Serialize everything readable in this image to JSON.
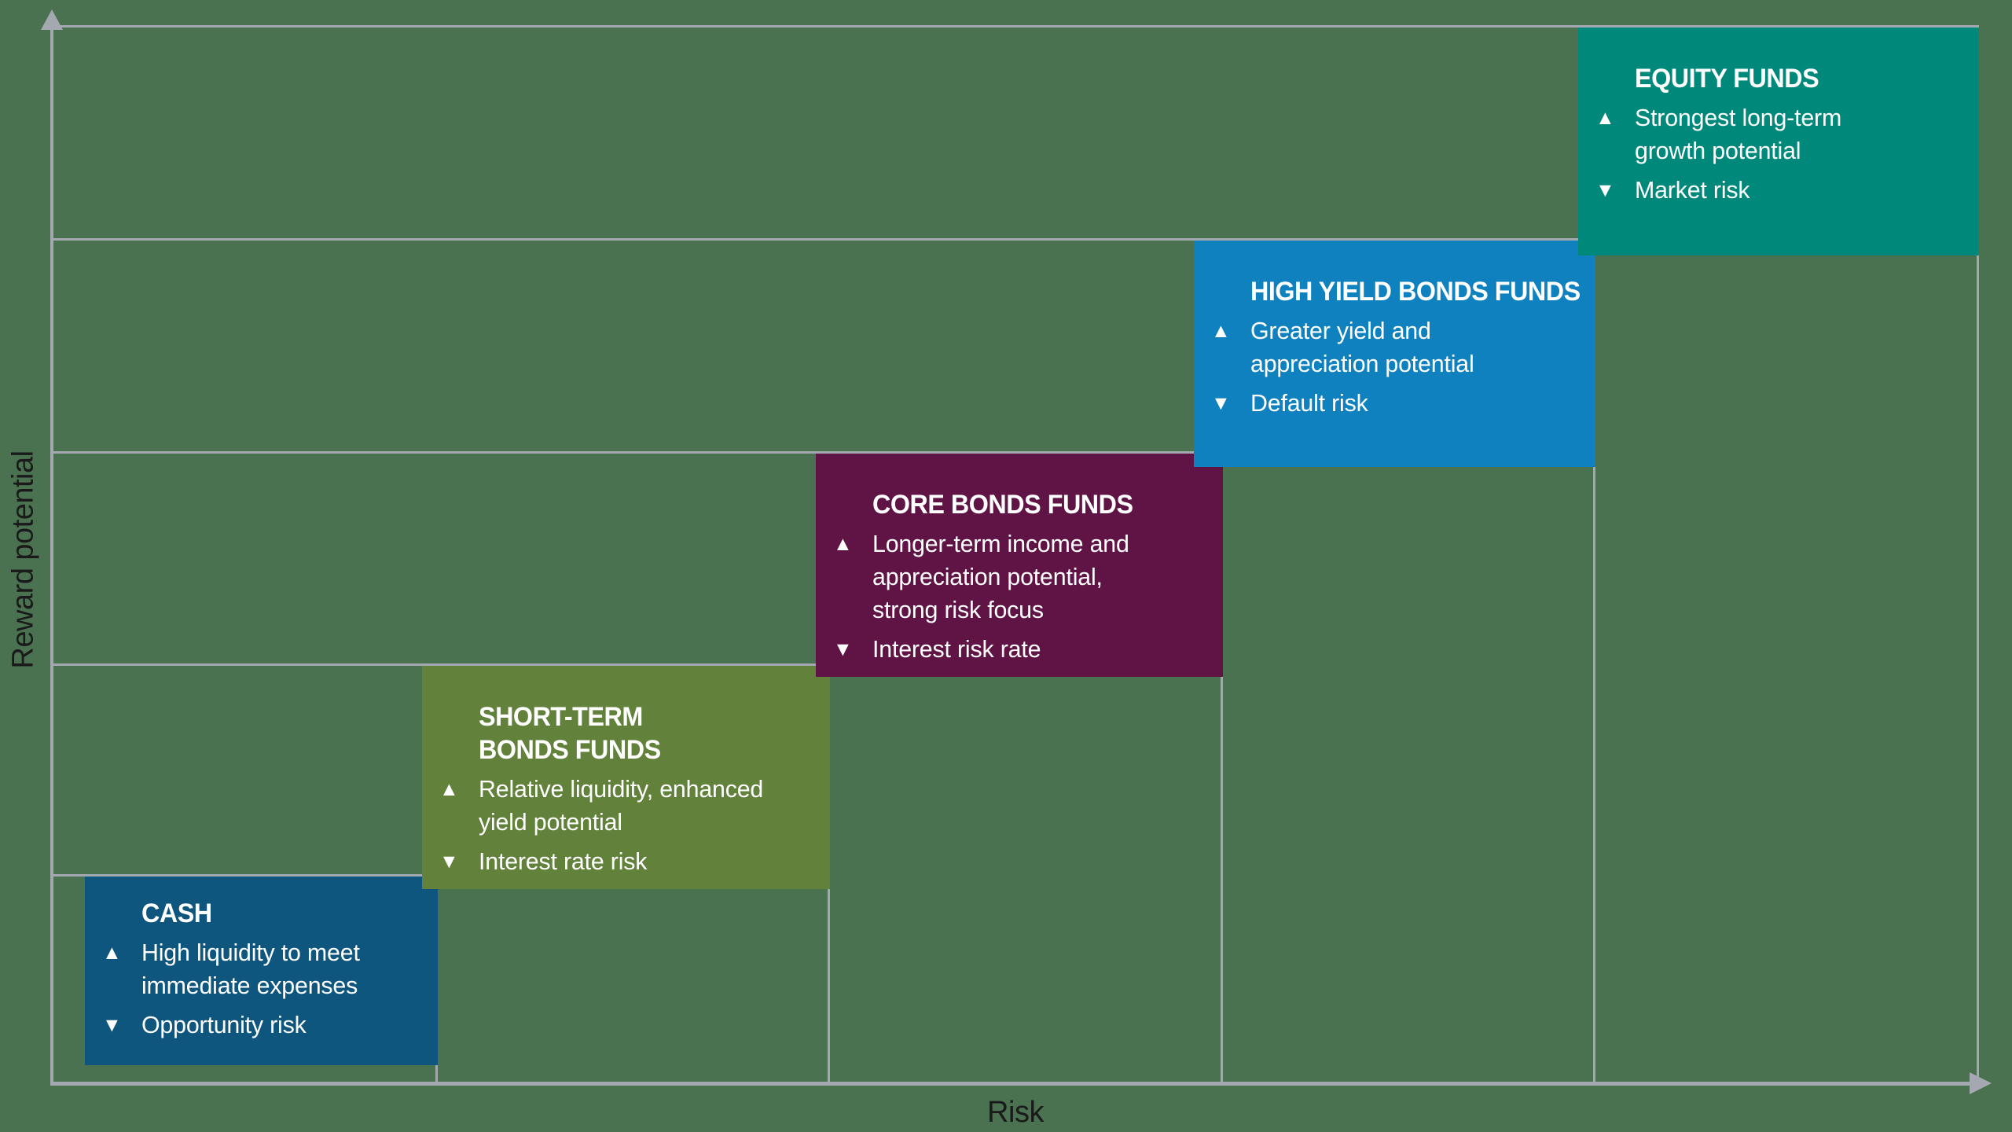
{
  "colors": {
    "background": "#4A7150",
    "grid": "#A4A8B1",
    "axis_label": "#1A1A1A",
    "box_text": "#FFFFFF"
  },
  "icons": {
    "pro": "▲",
    "con": "▼"
  },
  "axes": {
    "x_label": "Risk",
    "y_label": "Reward potential"
  },
  "funds": [
    {
      "id": "cash",
      "title": "CASH",
      "pro": "High liquidity to meet\nimmediate expenses",
      "con": "Opportunity risk",
      "color": "#0E567E",
      "risk_rank": 1,
      "reward_rank": 1
    },
    {
      "id": "short-term-bonds",
      "title": "SHORT-TERM\nBONDS FUNDS",
      "pro": "Relative liquidity, enhanced\nyield potential",
      "con": "Interest rate risk",
      "color": "#62823C",
      "risk_rank": 2,
      "reward_rank": 2
    },
    {
      "id": "core-bonds",
      "title": "CORE BONDS FUNDS",
      "pro": "Longer-term income and\nappreciation potential,\nstrong risk focus",
      "con": "Interest risk rate",
      "color": "#601345",
      "risk_rank": 3,
      "reward_rank": 3
    },
    {
      "id": "high-yield-bonds",
      "title": "HIGH YIELD BONDS FUNDS",
      "pro": "Greater yield and\nappreciation potential",
      "con": "Default risk",
      "color": "#0F81BF",
      "risk_rank": 4,
      "reward_rank": 4
    },
    {
      "id": "equity",
      "title": "EQUITY FUNDS",
      "pro": "Strongest long-term\ngrowth potential",
      "con": "Market risk",
      "color": "#00897B",
      "risk_rank": 5,
      "reward_rank": 5
    }
  ],
  "chart_data": {
    "type": "area",
    "subtype": "risk-reward-staircase",
    "title": "",
    "xlabel": "Risk",
    "ylabel": "Reward potential",
    "categories": [
      "Cash",
      "Short-term bonds funds",
      "Core bonds funds",
      "High yield bonds funds",
      "Equity funds"
    ],
    "series": [
      {
        "name": "Risk rank",
        "values": [
          1,
          2,
          3,
          4,
          5
        ]
      },
      {
        "name": "Reward potential rank",
        "values": [
          1,
          2,
          3,
          4,
          5
        ]
      }
    ],
    "annotations": [
      "CASH: ▲ High liquidity to meet immediate expenses / ▼ Opportunity risk",
      "SHORT-TERM BONDS FUNDS: ▲ Relative liquidity, enhanced yield potential / ▼ Interest rate risk",
      "CORE BONDS FUNDS: ▲ Longer-term income and appreciation potential, strong risk focus / ▼ Interest risk rate",
      "HIGH YIELD BONDS FUNDS: ▲ Greater yield and appreciation potential / ▼ Default risk",
      "EQUITY FUNDS: ▲ Strongest long-term growth potential / ▼ Market risk"
    ],
    "axis_ranges": {
      "x": [
        0,
        5
      ],
      "y": [
        0,
        5
      ]
    },
    "grid": "staircase",
    "legend": false
  }
}
